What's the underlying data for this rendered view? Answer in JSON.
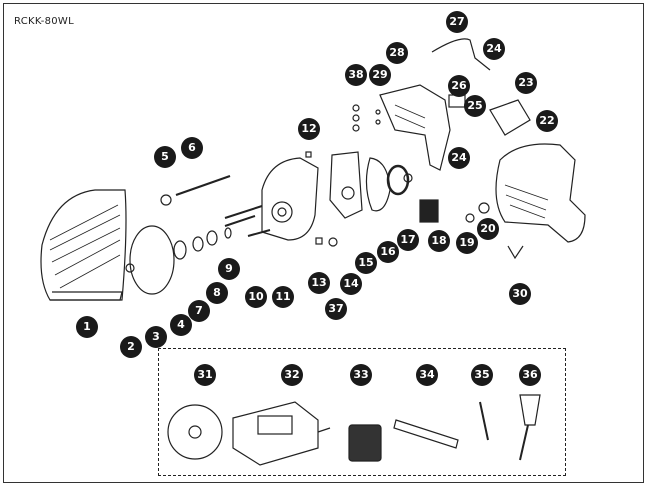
{
  "diagram": {
    "model_label": "RCKK-80WL",
    "part_numbers": [
      "1",
      "2",
      "3",
      "4",
      "5",
      "6",
      "7",
      "8",
      "9",
      "10",
      "11",
      "12",
      "13",
      "14",
      "15",
      "16",
      "17",
      "18",
      "19",
      "20",
      "22",
      "23",
      "24",
      "24",
      "25",
      "26",
      "27",
      "28",
      "29",
      "30",
      "31",
      "32",
      "33",
      "34",
      "35",
      "36",
      "37",
      "38"
    ]
  },
  "colors": {
    "ink": "#1a1a1a",
    "line": "#222222",
    "background": "#ffffff"
  }
}
